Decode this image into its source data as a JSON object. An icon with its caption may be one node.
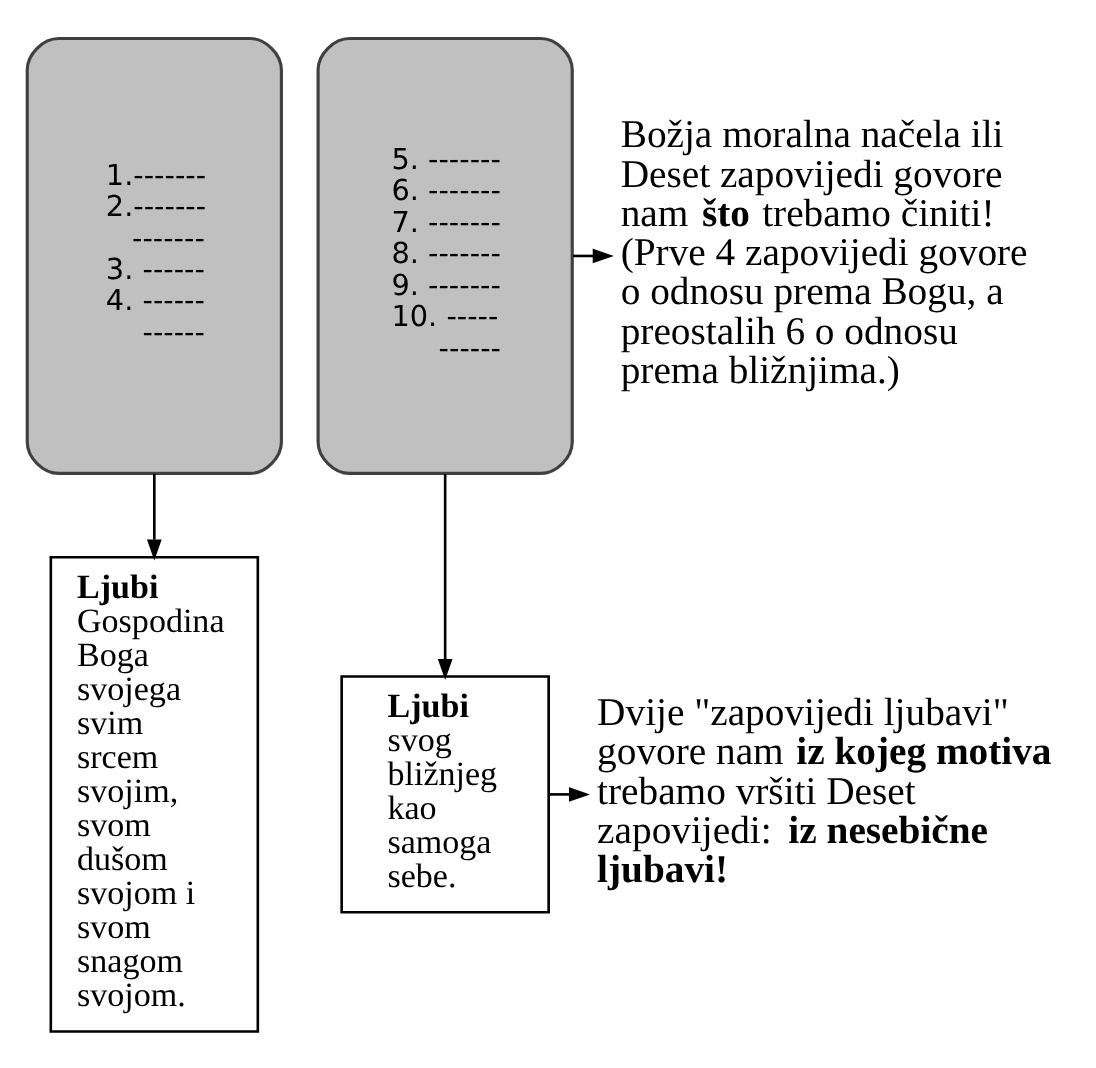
{
  "diagram": {
    "nodes": [
      {
        "text": [
          "1.-------",
          "2.------- -------",
          "3. ------",
          "4. ------ ------"
        ]
      },
      {
        "text": [
          "5. -------",
          "6. -------",
          "7. -------",
          "8. -------",
          "9. -------",
          "10. ----- ------"
        ]
      },
      {
        "text": [
          "Božja moralna načela ili Deset zapovijedi govore nam **što** trebamo činiti!",
          "(Prve 4 zapovijedi govore o odnosu prema Bogu, a preostalih 6 o odnosu prema bližnjima.)"
        ]
      },
      {
        "text": [
          "Ljubi",
          "Gospodina Boga svojega svim srcem svojim, svom dušom svojom i svom snagom svojom."
        ]
      },
      {
        "text": [
          "Ljubi",
          "svog bližnjeg kao samoga sebe."
        ]
      },
      {
        "text": [
          "Dvije \"zapovijedi ljubavi\" govore nam **iz kojeg motiva** trebamo vršiti Deset zapovijedi: **iz nesebične ljubavi!**"
        ]
      }
    ],
    "edges": [
      {
        "from": 0,
        "to": 3,
        "arrow": "to"
      },
      {
        "from": 1,
        "to": 4,
        "arrow": "to"
      },
      {
        "from": 1,
        "to": 2,
        "arrow": "to"
      },
      {
        "from": 4,
        "to": 5,
        "arrow": "to"
      }
    ]
  }
}
